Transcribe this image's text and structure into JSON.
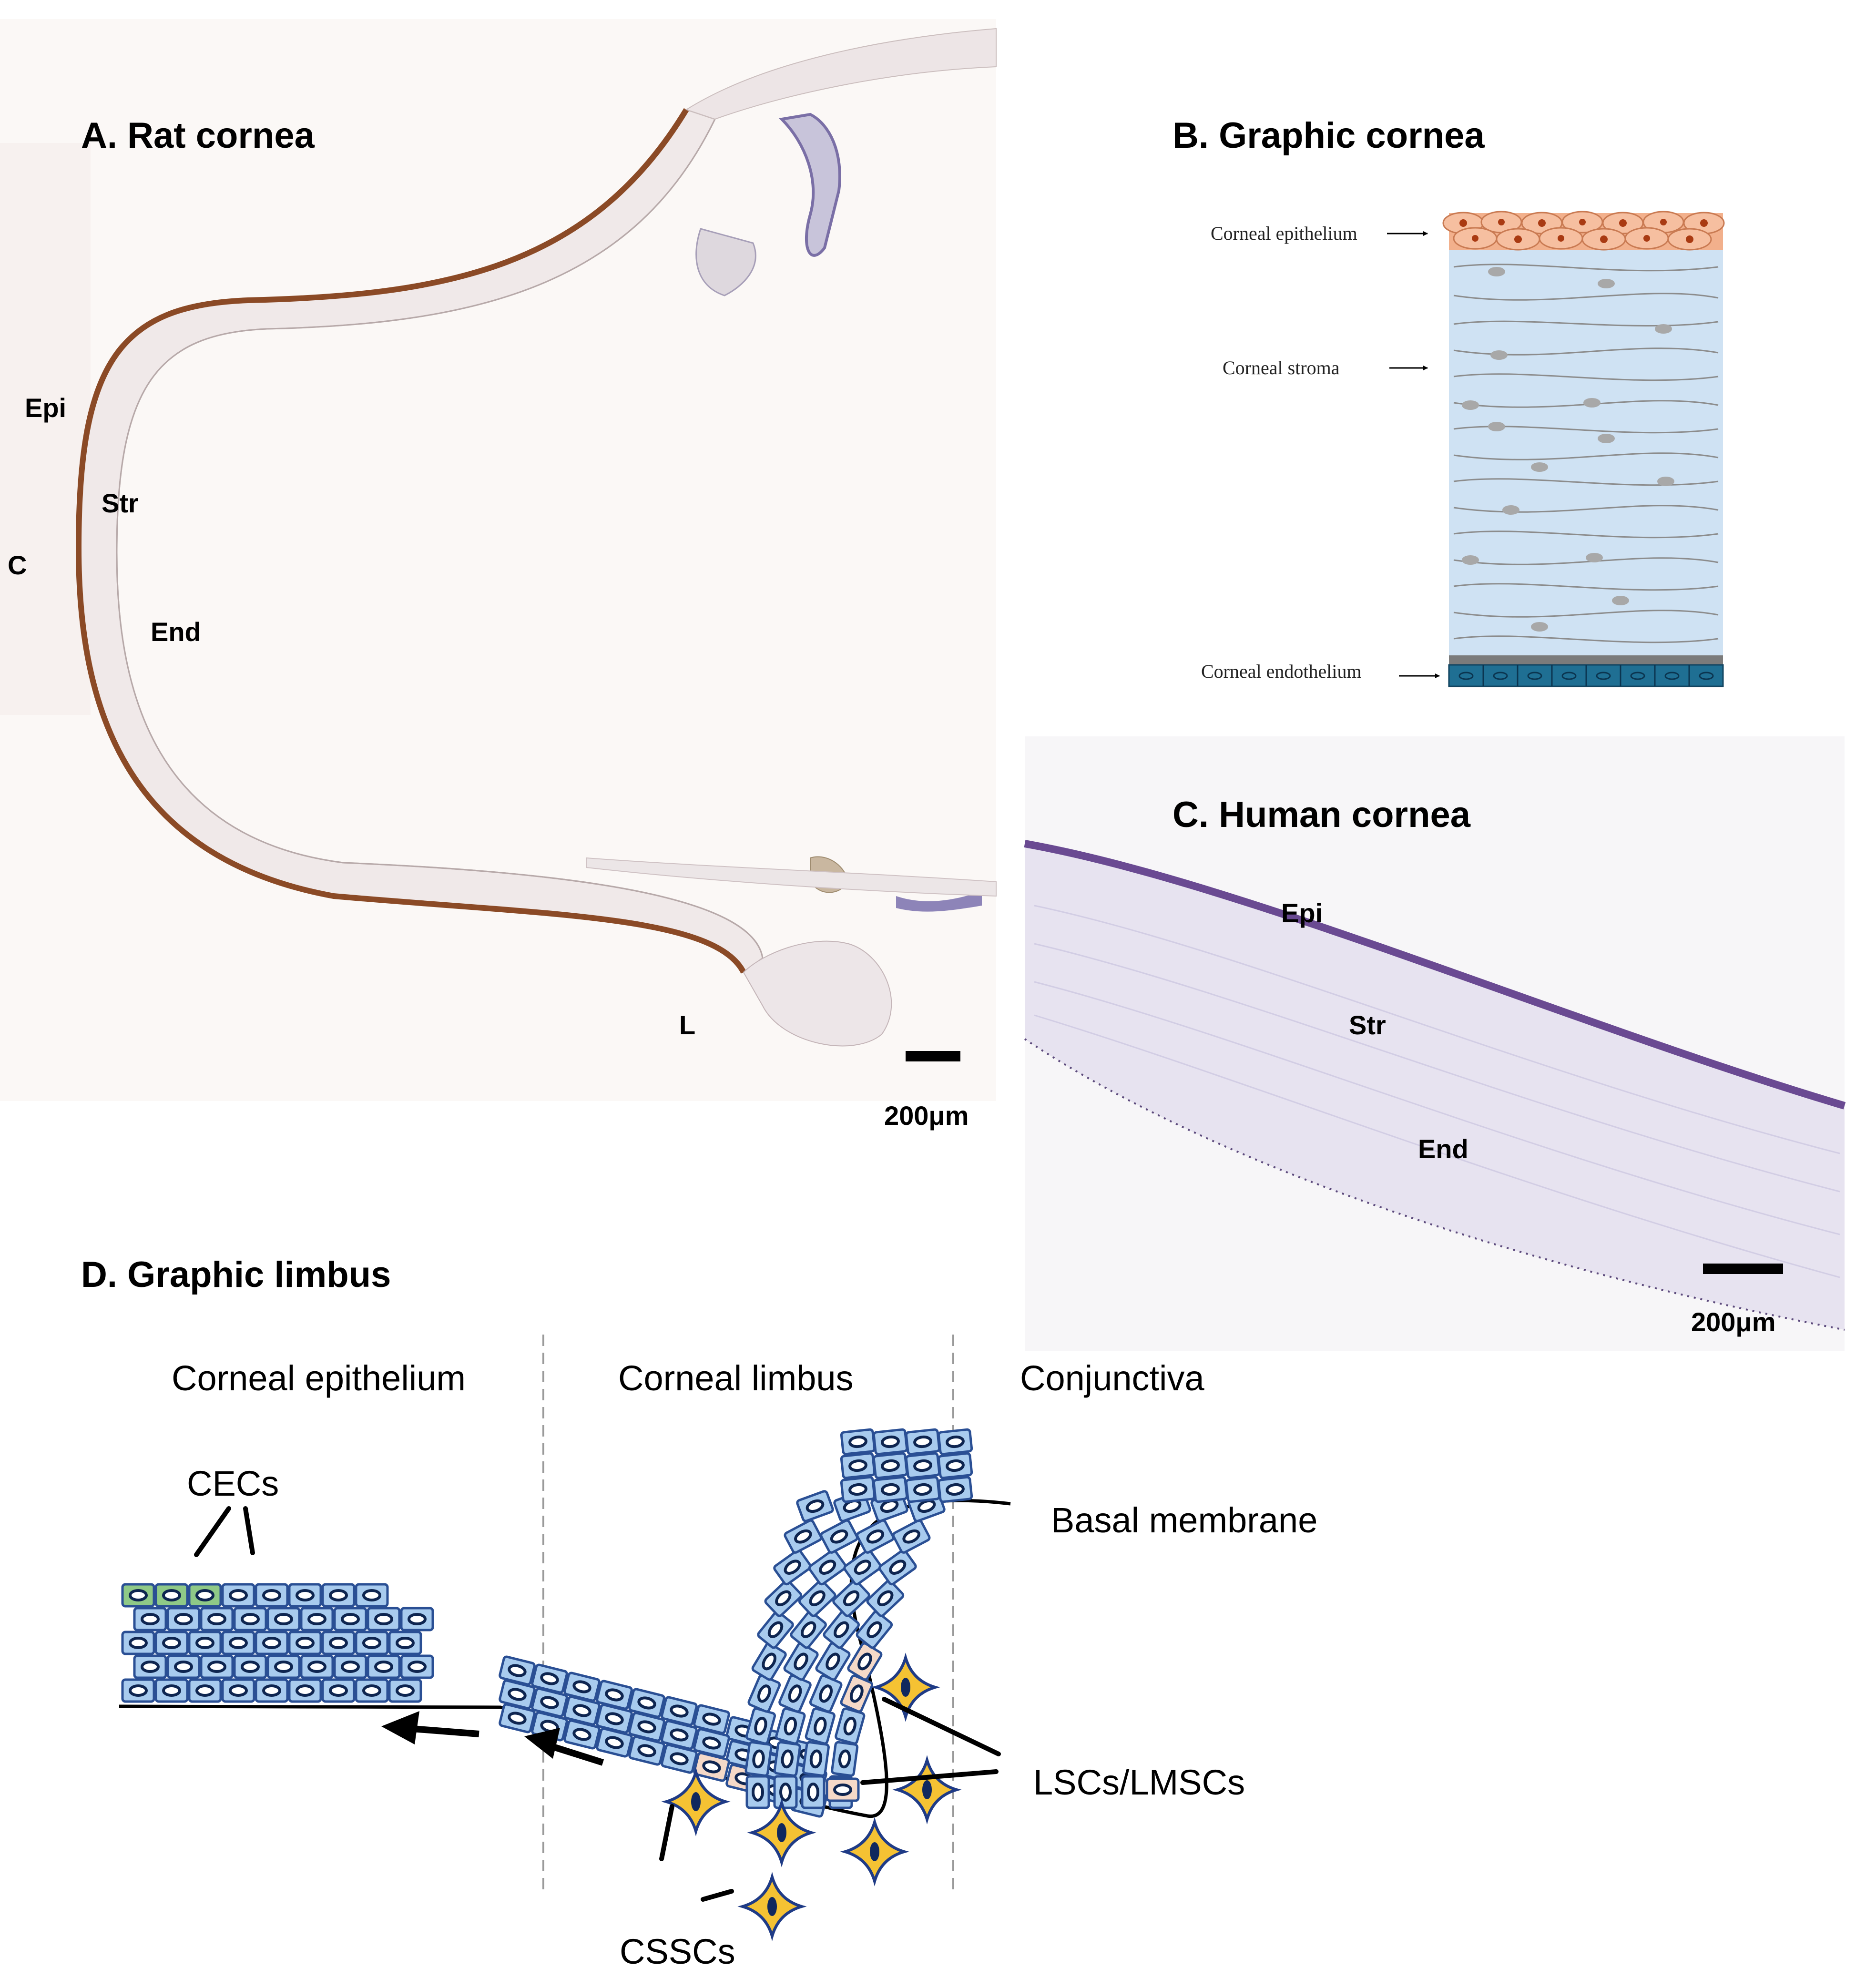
{
  "panels": {
    "a": {
      "title": "A. Rat cornea",
      "labels": {
        "epi": "Epi",
        "str": "Str",
        "c": "C",
        "end": "End",
        "l": "L"
      },
      "scale": "200μm"
    },
    "b": {
      "title": "B. Graphic cornea",
      "layers": {
        "epithelium": "Corneal epithelium",
        "stroma": "Corneal stroma",
        "endothelium": "Corneal endothelium"
      }
    },
    "c": {
      "title": "C. Human cornea",
      "labels": {
        "epi": "Epi",
        "str": "Str",
        "end": "End"
      },
      "scale": "200μm"
    },
    "d": {
      "title": "D. Graphic limbus",
      "regions": {
        "epithelium": "Corneal epithelium",
        "limbus": "Corneal limbus",
        "conjunctiva": "Conjunctiva"
      },
      "labels": {
        "cecs": "CECs",
        "basal": "Basal membrane",
        "lscs": "LSCs/LMSCs",
        "csscs": "CSSCs"
      }
    }
  },
  "colors": {
    "rat_epithelium": "#8b4a26",
    "rat_stroma": "#f2ecec",
    "graphic_epithelium": "#f2b08c",
    "graphic_stroma": "#cfe2f3",
    "graphic_endothelium": "#1f6f93",
    "human_stroma": "#e7e3f0",
    "human_epithelium": "#6a4a92",
    "limbal_cell": "#a8cbee",
    "limbal_cell_border": "#2a4f94",
    "cec_cell": "#8fc987",
    "stem_cell": "#f5d9c8",
    "stromal_cell": "#f5c233"
  }
}
